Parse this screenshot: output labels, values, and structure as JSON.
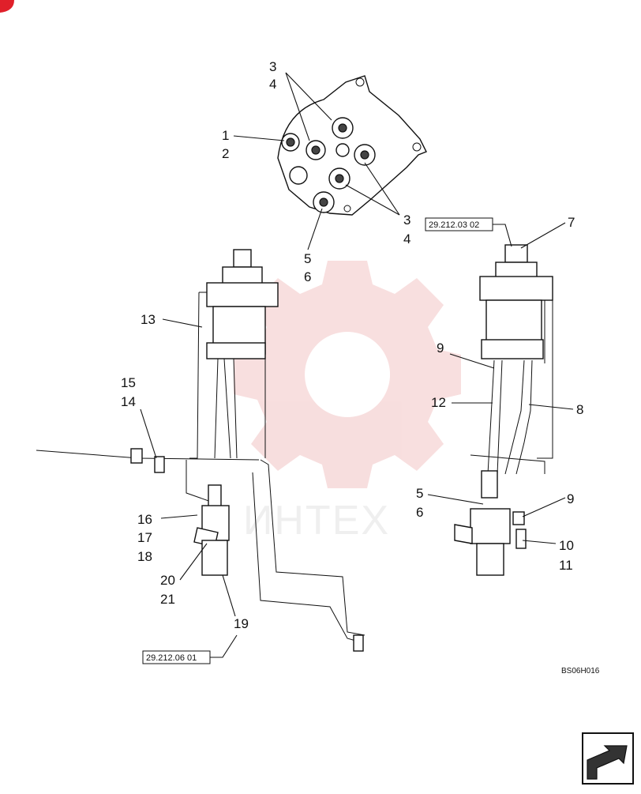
{
  "callouts": {
    "c_3a": "3",
    "c_4a": "4",
    "c_1": "1",
    "c_2": "2",
    "c_3b": "3",
    "c_4b": "4",
    "c_5a": "5",
    "c_6a": "6",
    "c_7": "7",
    "c_13": "13",
    "c_15": "15",
    "c_14": "14",
    "c_9a": "9",
    "c_12": "12",
    "c_8": "8",
    "c_5b": "5",
    "c_6b": "6",
    "c_9b": "9",
    "c_16": "16",
    "c_17": "17",
    "c_18": "18",
    "c_10": "10",
    "c_11": "11",
    "c_20": "20",
    "c_21": "21",
    "c_19": "19"
  },
  "references": {
    "top_right": "29.212.03 02",
    "bottom_left": "29.212.06 01"
  },
  "drawing_code": "BS06H016",
  "watermark": {
    "text": "ИНТЕХ",
    "color": "#f2c4c4"
  },
  "colors": {
    "line": "#111111",
    "watermark": "#f2c4c4",
    "corner_mark": "#e0202a"
  },
  "icons": {
    "corner": "corner-mark-icon",
    "nav": "next-page-arrow-icon"
  }
}
